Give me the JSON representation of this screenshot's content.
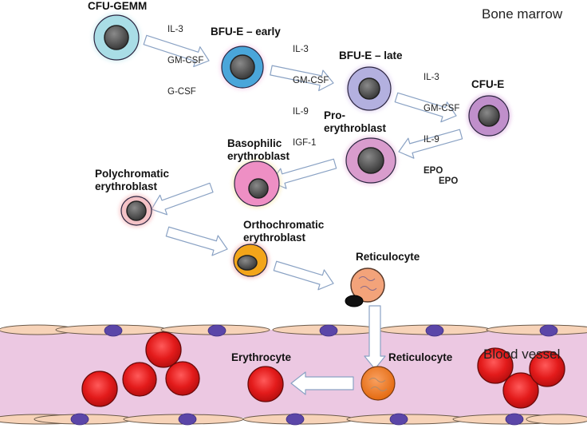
{
  "diagram": {
    "title_region_top": "Bone marrow",
    "title_region_bottom": "Blood vessel",
    "stages": [
      {
        "id": "cfu-gemm",
        "label": "CFU-GEMM",
        "cell_color": "#a9dde6",
        "nucleus_color": "#5a5a5a"
      },
      {
        "id": "bfu-e-early",
        "label": "BFU-E – early",
        "cell_color": "#4aa6da",
        "nucleus_color": "#5a5a5a"
      },
      {
        "id": "bfu-e-late",
        "label": "BFU-E – late",
        "cell_color": "#b3b0df",
        "nucleus_color": "#5a5a5a"
      },
      {
        "id": "cfu-e",
        "label": "CFU-E",
        "cell_color": "#c08fcb",
        "nucleus_color": "#5a5a5a"
      },
      {
        "id": "pro-erythroblast",
        "label_lines": [
          "Pro-",
          "erythroblast"
        ],
        "cell_color": "#d99ccd",
        "nucleus_color": "#5a5a5a"
      },
      {
        "id": "basophilic-erythroblast",
        "label_lines": [
          "Basophilic",
          "erythroblast"
        ],
        "cell_color": "#ee8fc4",
        "nucleus_color": "#5a5a5a"
      },
      {
        "id": "polychromatic-erythroblast",
        "label_lines": [
          "Polychromatic",
          "erythroblast"
        ],
        "cell_color": "#f4c2c6",
        "nucleus_color": "#5a5a5a"
      },
      {
        "id": "orthochromatic-erythroblast",
        "label_lines": [
          "Orthochromatic",
          "erythroblast"
        ],
        "cell_color": "#f3a51a",
        "nucleus_color": "#5a5a5a"
      },
      {
        "id": "reticulocyte-marrow",
        "label": "Reticulocyte",
        "cell_color": "#f3a37a"
      },
      {
        "id": "reticulocyte-blood",
        "label": "Reticulocyte",
        "cell_color": "#ef7d1f"
      },
      {
        "id": "erythrocyte",
        "label": "Erythrocyte",
        "cell_color": "#e41b1b"
      }
    ],
    "factors": [
      {
        "between": "CFU-GEMM → BFU-E early",
        "items": [
          "IL-3",
          "GM-CSF",
          "G-CSF"
        ],
        "bold": []
      },
      {
        "between": "BFU-E early → BFU-E late",
        "items": [
          "IL-3",
          "GM-CSF",
          "IL-9",
          "IGF-1"
        ],
        "bold": []
      },
      {
        "between": "BFU-E late → CFU-E",
        "items": [
          "IL-3",
          "GM-CSF",
          "IL-9",
          "EPO"
        ],
        "bold": [
          "EPO"
        ]
      },
      {
        "between": "CFU-E → Pro-erythroblast",
        "items": [
          "EPO"
        ],
        "bold": [
          "EPO"
        ]
      }
    ],
    "colors": {
      "vessel_fill": "#ecc8e2",
      "endothelial_fill": "#f7d3b8",
      "endothelial_nucleus": "#5b46a8",
      "arrow_stroke": "#8aa2c4",
      "rbc": "#e41b1b"
    }
  }
}
